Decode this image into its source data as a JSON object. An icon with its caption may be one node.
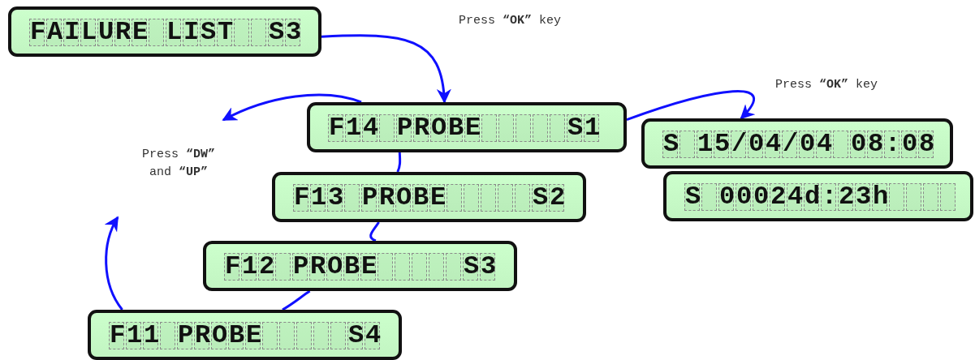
{
  "diagram": {
    "nodes": [
      {
        "text": [
          "FAILURE LIST  S3"
        ]
      },
      {
        "text": [
          "F14 PROBE     S1"
        ]
      },
      {
        "text": [
          "F13 PROBE     S2"
        ]
      },
      {
        "text": [
          "F12 PROBE     S3"
        ]
      },
      {
        "text": [
          "F11 PROBE     S4"
        ]
      },
      {
        "text": [
          "S 15/04/04 08:08"
        ]
      },
      {
        "text": [
          "S 00024d:23h"
        ]
      }
    ],
    "edges": [
      {
        "from": 0,
        "to": 1,
        "arrow": "to",
        "label": "Press **“OK”** key"
      },
      {
        "from": 1,
        "to": 5,
        "arrow": "to",
        "label": "Press **“OK”** key"
      },
      {
        "from": 1,
        "to": null,
        "arrow": "to"
      },
      {
        "from": 4,
        "to": null,
        "arrow": "to"
      },
      {
        "from": 1,
        "to": 2,
        "arrow": "none"
      },
      {
        "from": 2,
        "to": 3,
        "arrow": "none"
      },
      {
        "from": 3,
        "to": 4,
        "arrow": "none"
      }
    ],
    "labels": [
      "Press **“DW”** and **“UP”**"
    ]
  }
}
